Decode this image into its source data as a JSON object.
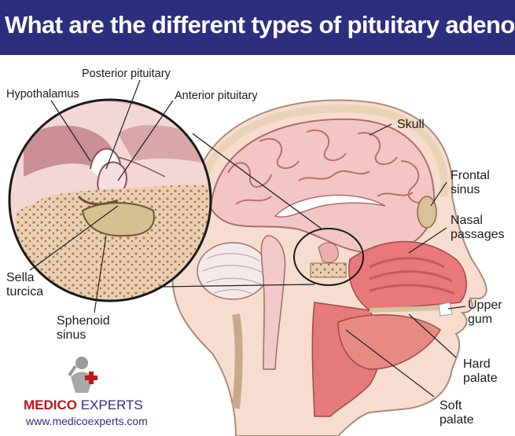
{
  "header": {
    "title": "What are the different types of pituitary adenoma?"
  },
  "labels": {
    "posterior_pituitary": "Posterior pituitary",
    "hypothalamus": "Hypothalamus",
    "anterior_pituitary": "Anterior pituitary",
    "skull": "Skull",
    "frontal_sinus_1": "Frontal",
    "frontal_sinus_2": "sinus",
    "nasal_passages_1": "Nasal",
    "nasal_passages_2": "passages",
    "sella_turcica_1": "Sella",
    "sella_turcica_2": "turcica",
    "sphenoid_sinus_1": "Sphenoid",
    "sphenoid_sinus_2": "sinus",
    "upper_gum_1": "Upper",
    "upper_gum_2": "gum",
    "hard_palate_1": "Hard",
    "hard_palate_2": "palate",
    "soft_palate_1": "Soft",
    "soft_palate_2": "palate"
  },
  "brand": {
    "name_bold": "MEDICO",
    "name_regular": " EXPERTS",
    "website": "www.medicoexperts.com"
  },
  "colors": {
    "banner": "#2b2f7e",
    "brand_red": "#c4121a",
    "brain": "#f2c6c4",
    "skin": "#f6ddd0",
    "nasal": "#e9787a"
  }
}
